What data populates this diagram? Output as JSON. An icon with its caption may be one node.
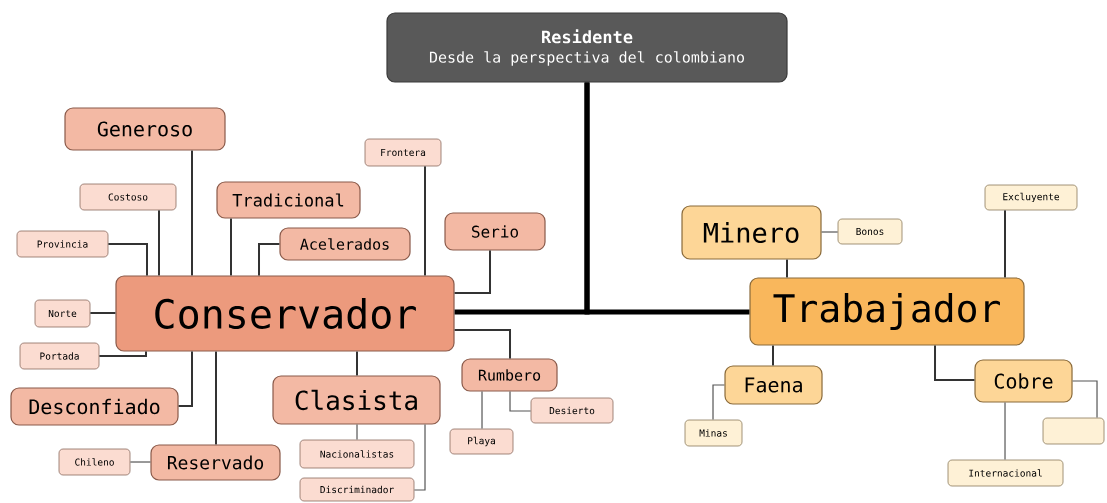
{
  "diagram": {
    "nodes": [
      {
        "text": [
          "Residente",
          "Desde la perspectiva del colombiano"
        ]
      },
      {
        "text": [
          "Conservador"
        ]
      },
      {
        "text": [
          "Generoso"
        ]
      },
      {
        "text": [
          "Costoso"
        ]
      },
      {
        "text": [
          "Tradicional"
        ]
      },
      {
        "text": [
          "Frontera"
        ]
      },
      {
        "text": [
          "Provincia"
        ]
      },
      {
        "text": [
          "Acelerados"
        ]
      },
      {
        "text": [
          "Serio"
        ]
      },
      {
        "text": [
          "Norte"
        ]
      },
      {
        "text": [
          "Portada"
        ]
      },
      {
        "text": [
          "Desconfiado"
        ]
      },
      {
        "text": [
          "Clasista"
        ]
      },
      {
        "text": [
          "Rumbero"
        ]
      },
      {
        "text": [
          "Desierto"
        ]
      },
      {
        "text": [
          "Playa"
        ]
      },
      {
        "text": [
          "Chileno"
        ]
      },
      {
        "text": [
          "Reservado"
        ]
      },
      {
        "text": [
          "Nacionalistas"
        ]
      },
      {
        "text": [
          "Discriminador"
        ]
      },
      {
        "text": [
          "Trabajador"
        ]
      },
      {
        "text": [
          "Minero"
        ]
      },
      {
        "text": [
          "Bonos"
        ]
      },
      {
        "text": [
          "Excluyente"
        ]
      },
      {
        "text": [
          "Faena"
        ]
      },
      {
        "text": [
          "Minas"
        ]
      },
      {
        "text": [
          "Cobre"
        ]
      },
      {
        "text": [],
        "shape": "box"
      },
      {
        "text": [
          "Internacional"
        ]
      }
    ],
    "edges": [
      {
        "from": 0,
        "to": 1,
        "arrow": "none",
        "style": "thick"
      },
      {
        "from": 0,
        "to": 20,
        "arrow": "none",
        "style": "thick"
      },
      {
        "from": 1,
        "to": 2,
        "arrow": "none"
      },
      {
        "from": 1,
        "to": 3,
        "arrow": "none"
      },
      {
        "from": 1,
        "to": 6,
        "arrow": "none"
      },
      {
        "from": 1,
        "to": 4,
        "arrow": "none"
      },
      {
        "from": 1,
        "to": 7,
        "arrow": "none"
      },
      {
        "from": 1,
        "to": 5,
        "arrow": "none"
      },
      {
        "from": 1,
        "to": 8,
        "arrow": "none"
      },
      {
        "from": 1,
        "to": 9,
        "arrow": "none"
      },
      {
        "from": 1,
        "to": 10,
        "arrow": "none"
      },
      {
        "from": 1,
        "to": 11,
        "arrow": "none"
      },
      {
        "from": 1,
        "to": 17,
        "arrow": "none"
      },
      {
        "from": 1,
        "to": 12,
        "arrow": "none"
      },
      {
        "from": 1,
        "to": 13,
        "arrow": "none"
      },
      {
        "from": 13,
        "to": 15,
        "arrow": "none"
      },
      {
        "from": 13,
        "to": 14,
        "arrow": "none"
      },
      {
        "from": 12,
        "to": 18,
        "arrow": "none"
      },
      {
        "from": 12,
        "to": 19,
        "arrow": "none"
      },
      {
        "from": 17,
        "to": 16,
        "arrow": "none"
      },
      {
        "from": 20,
        "to": 21,
        "arrow": "none"
      },
      {
        "from": 21,
        "to": 22,
        "arrow": "none"
      },
      {
        "from": 20,
        "to": 23,
        "arrow": "none"
      },
      {
        "from": 20,
        "to": 24,
        "arrow": "none"
      },
      {
        "from": 24,
        "to": 25,
        "arrow": "none"
      },
      {
        "from": 20,
        "to": 26,
        "arrow": "none"
      },
      {
        "from": 26,
        "to": 27,
        "arrow": "none"
      },
      {
        "from": 26,
        "to": 28,
        "arrow": "none"
      }
    ]
  }
}
